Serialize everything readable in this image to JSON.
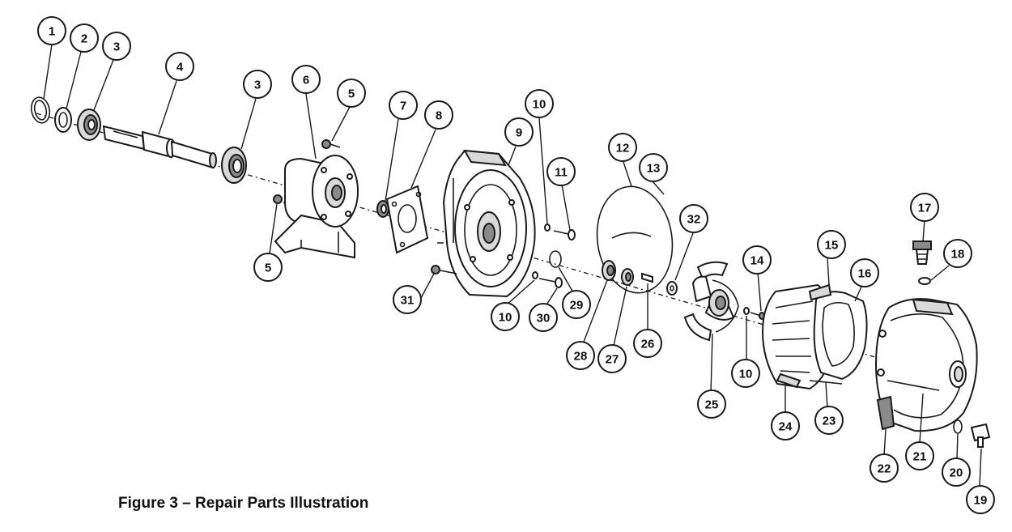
{
  "figure": {
    "caption": "Figure 3 – Repair Parts Illustration"
  },
  "callouts": [
    {
      "id": "c1",
      "label": "1"
    },
    {
      "id": "c2",
      "label": "2"
    },
    {
      "id": "c3a",
      "label": "3"
    },
    {
      "id": "c4",
      "label": "4"
    },
    {
      "id": "c3b",
      "label": "3"
    },
    {
      "id": "c6",
      "label": "6"
    },
    {
      "id": "c5a",
      "label": "5"
    },
    {
      "id": "c5b",
      "label": "5"
    },
    {
      "id": "c7",
      "label": "7"
    },
    {
      "id": "c8",
      "label": "8"
    },
    {
      "id": "c9",
      "label": "9"
    },
    {
      "id": "c10a",
      "label": "10"
    },
    {
      "id": "c11",
      "label": "11"
    },
    {
      "id": "c12",
      "label": "12"
    },
    {
      "id": "c13",
      "label": "13"
    },
    {
      "id": "c32",
      "label": "32"
    },
    {
      "id": "c31",
      "label": "31"
    },
    {
      "id": "c10b",
      "label": "10"
    },
    {
      "id": "c30",
      "label": "30"
    },
    {
      "id": "c29",
      "label": "29"
    },
    {
      "id": "c28",
      "label": "28"
    },
    {
      "id": "c27",
      "label": "27"
    },
    {
      "id": "c26",
      "label": "26"
    },
    {
      "id": "c25",
      "label": "25"
    },
    {
      "id": "c14",
      "label": "14"
    },
    {
      "id": "c10c",
      "label": "10"
    },
    {
      "id": "c15",
      "label": "15"
    },
    {
      "id": "c16",
      "label": "16"
    },
    {
      "id": "c24",
      "label": "24"
    },
    {
      "id": "c23",
      "label": "23"
    },
    {
      "id": "c17",
      "label": "17"
    },
    {
      "id": "c18",
      "label": "18"
    },
    {
      "id": "c22",
      "label": "22"
    },
    {
      "id": "c21",
      "label": "21"
    },
    {
      "id": "c20",
      "label": "20"
    },
    {
      "id": "c19",
      "label": "19"
    }
  ]
}
